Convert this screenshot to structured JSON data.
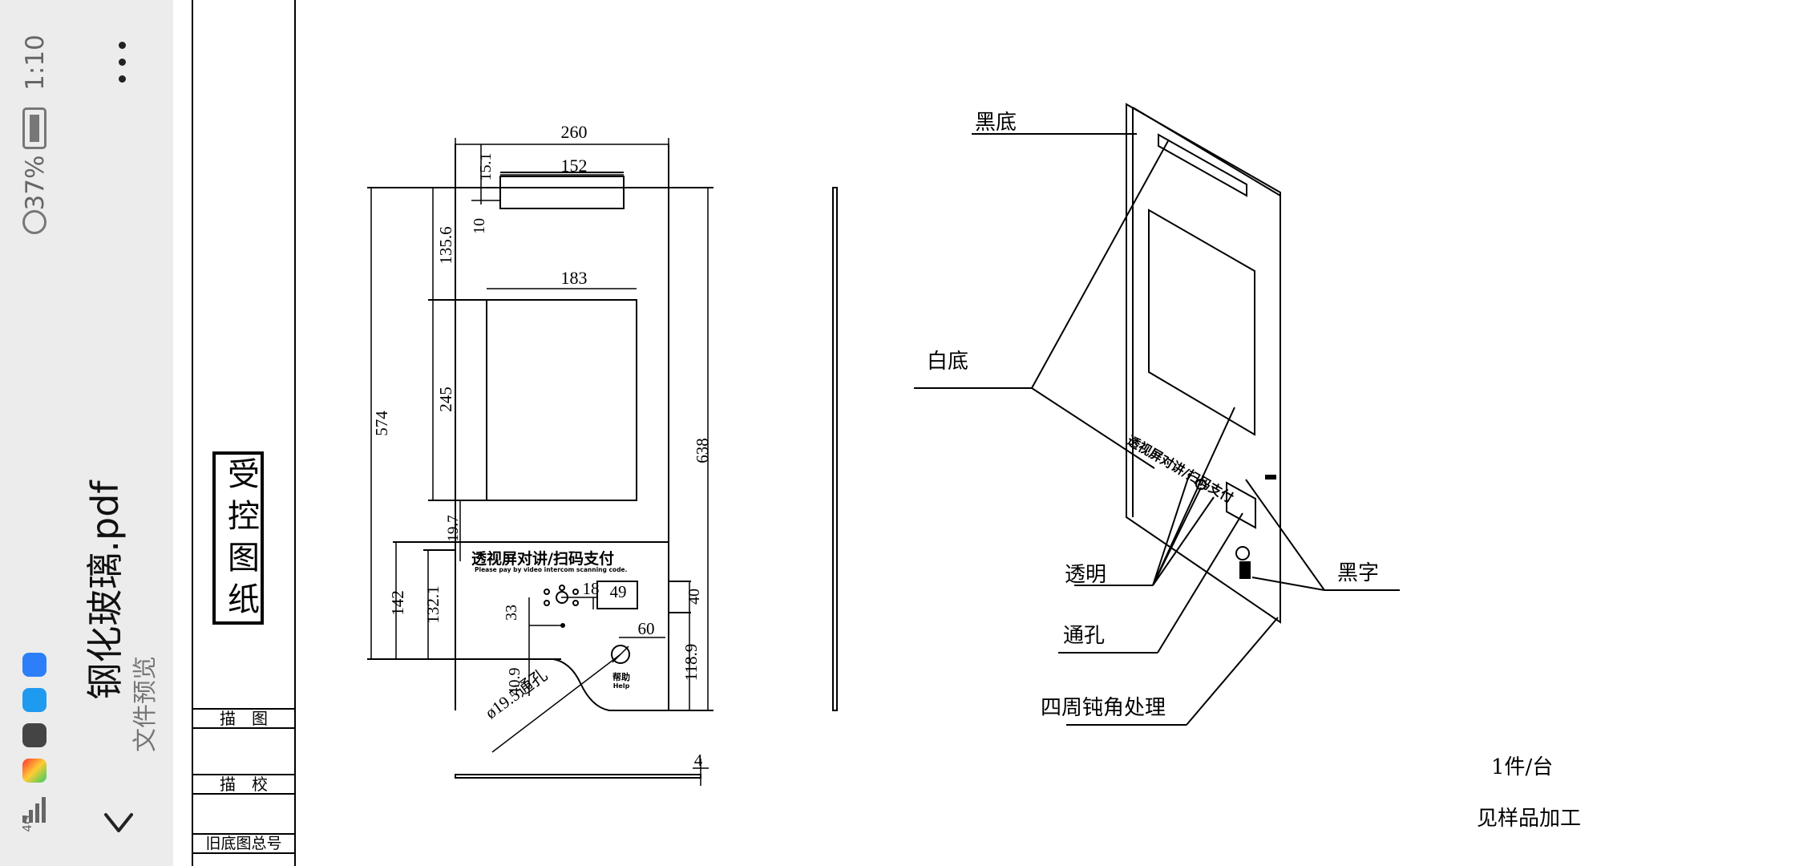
{
  "status": {
    "time": "1:10",
    "battery": "37%",
    "network": "4G"
  },
  "header": {
    "title": "钢化玻璃.pdf",
    "subtitle": "文件预览"
  },
  "title_block": {
    "stamp": [
      "受",
      "控",
      "图",
      "纸"
    ],
    "rows": [
      "描　图",
      "描　校",
      "旧底图总号"
    ]
  },
  "front_view": {
    "dims": {
      "w260": "260",
      "w152": "152",
      "h15": "15.1",
      "h10": "10",
      "h135": "135.6",
      "w183": "183",
      "h245": "245",
      "h574": "574",
      "h638": "638",
      "h19": "19.7",
      "h142": "142",
      "h132": "132.1",
      "d18": "18",
      "d49": "49",
      "d40": "40",
      "d33": "33",
      "d60": "60",
      "h40_9": "40.9",
      "h118": "118.9",
      "hole": "ø19.5通孔",
      "t4": "4"
    },
    "panel_cn": "透视屏对讲/扫码支付",
    "panel_en": "Please pay by video intercom scanning code.",
    "help_cn": "帮助",
    "help_en": "Help"
  },
  "iso_view": {
    "labels": {
      "black_bg": "黑底",
      "white_bg": "白底",
      "transparent": "透明",
      "through_hole": "通孔",
      "black_text": "黑字",
      "blunt_edges": "四周钝角处理"
    },
    "panel_cn": "透视屏对讲/扫码支付"
  },
  "notes": {
    "qty": "1件/台",
    "process": "见样品加工"
  }
}
